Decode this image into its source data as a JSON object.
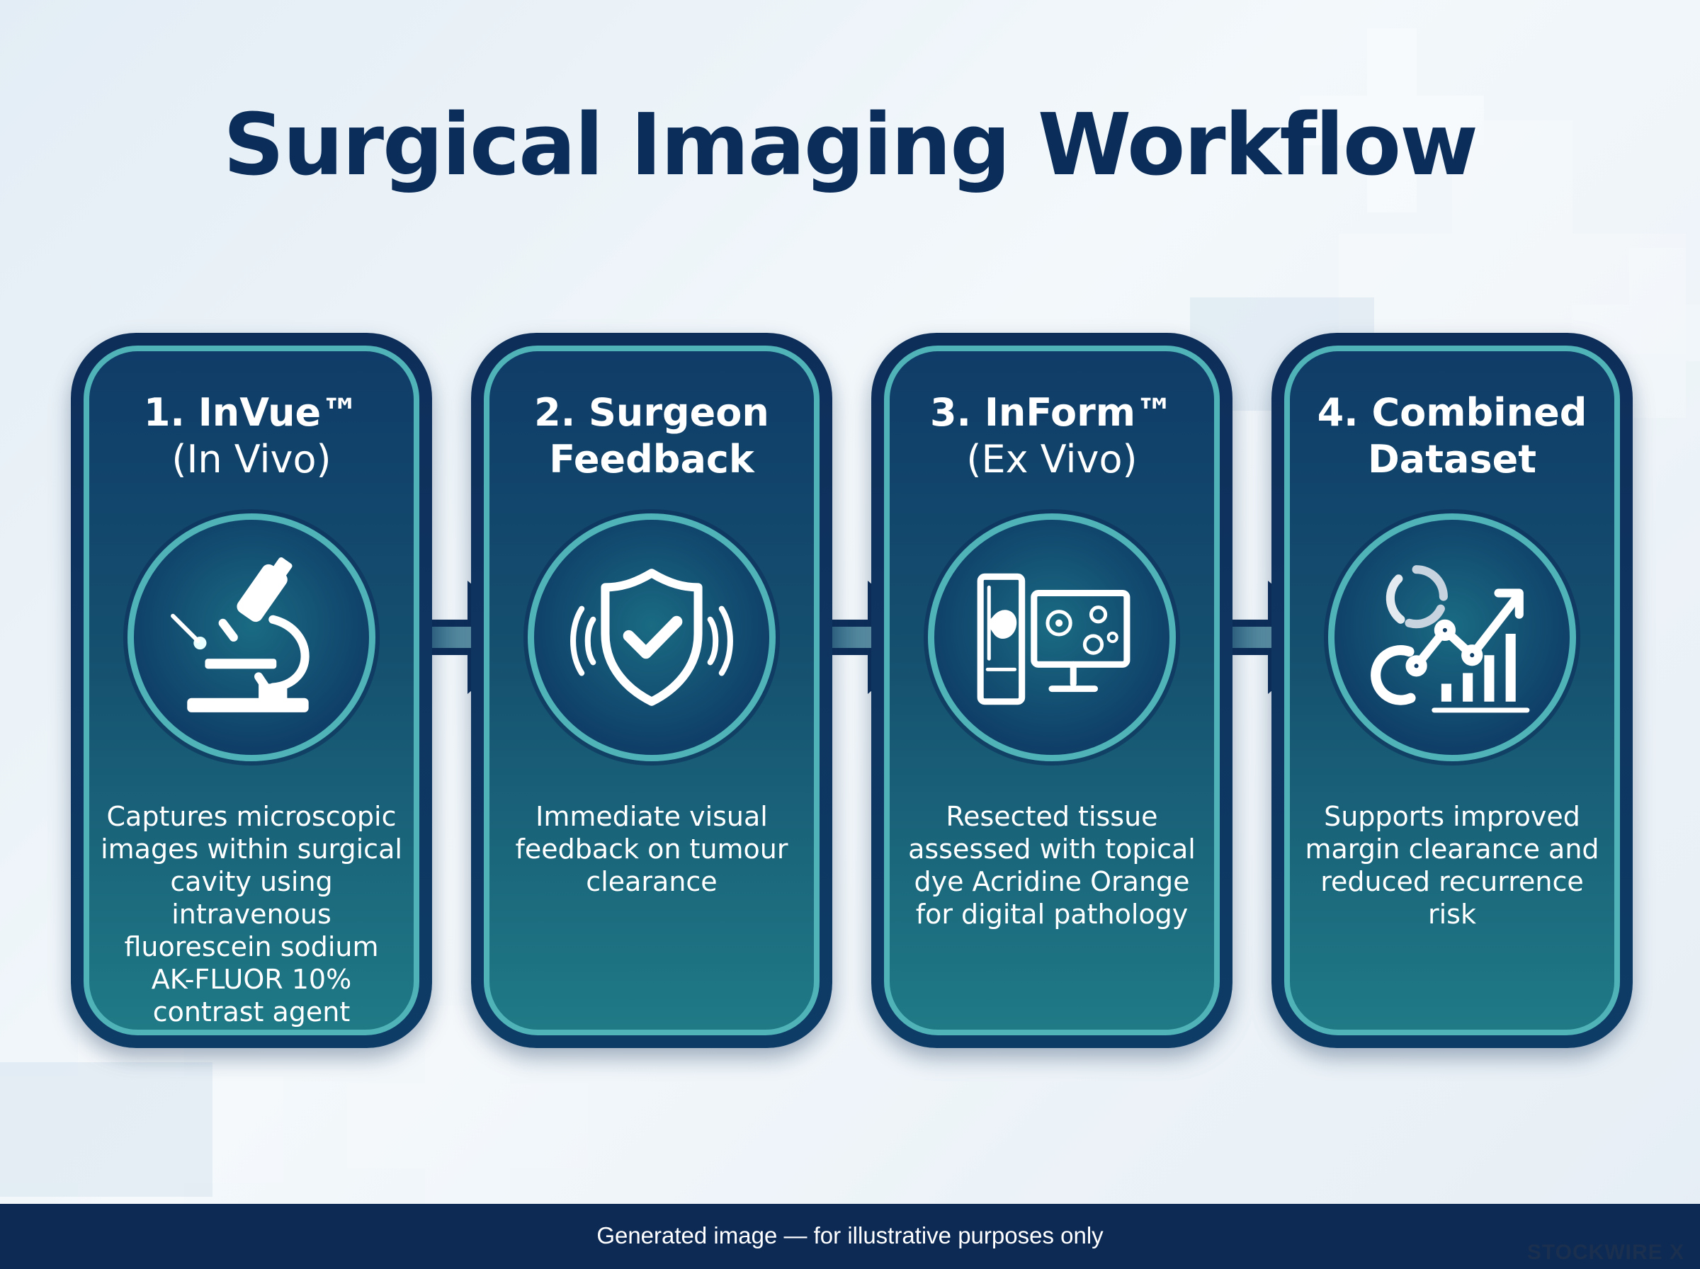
{
  "title": "Surgical Imaging Workflow",
  "steps": [
    {
      "title_line1": "1. InVue™",
      "title_line2": "(In Vivo)",
      "icon": "microscope-icon",
      "description": "Captures microscopic images within surgical cavity using intravenous fluorescein sodium AK-FLUOR 10% contrast agent"
    },
    {
      "title_line1": "2. Surgeon",
      "title_line2": "Feedback",
      "icon": "shield-check-icon",
      "description": "Immediate visual feedback on tumour clearance"
    },
    {
      "title_line1": "3. InForm™",
      "title_line2": "(Ex Vivo)",
      "icon": "digital-pathology-monitor-icon",
      "description": "Resected tissue assessed with topical dye Acridine Orange for digital pathology"
    },
    {
      "title_line1": "4. Combined",
      "title_line2": "Dataset",
      "icon": "analytics-chart-icon",
      "description": "Supports improved margin clearance and reduced recurrence risk"
    }
  ],
  "footer": {
    "text": "Generated image — for illustrative purposes only",
    "watermark": "STOCKWIRE X"
  },
  "colors": {
    "title": "#0b2d5a",
    "card_dark": "#0e2e5a",
    "card_accent": "#4fb3b8",
    "footer": "#0d2a55"
  }
}
